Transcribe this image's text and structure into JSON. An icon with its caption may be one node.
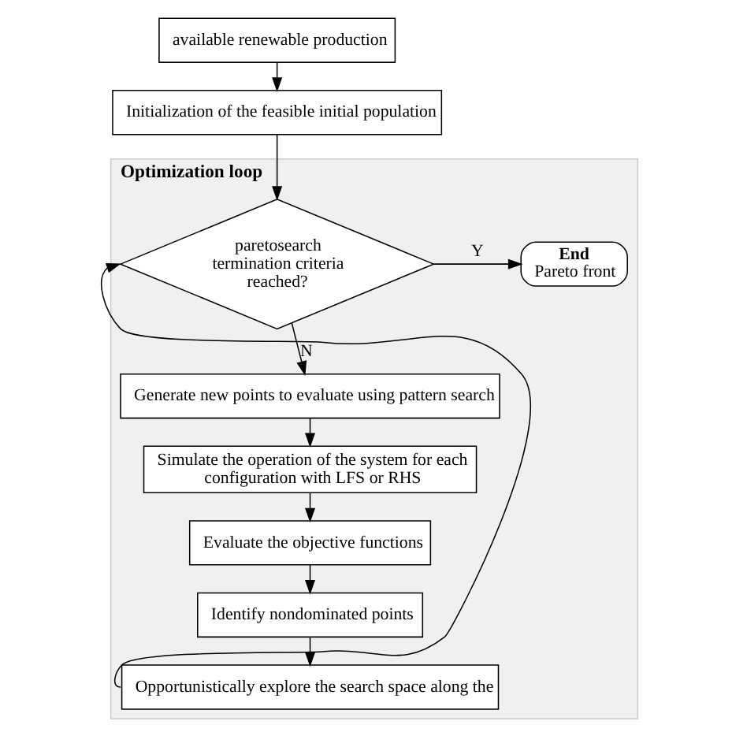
{
  "diagram": {
    "nodes": [
      {
        "text": [
          "available renewable production"
        ]
      },
      {
        "text": [
          "Initialization of the feasible initial population"
        ]
      },
      {
        "text": [
          "Optimization loop"
        ]
      },
      {
        "text": [
          "paretosearch termination criteria reached?"
        ],
        "in": 2
      },
      {
        "text": [
          "End",
          "Pareto front"
        ],
        "in": 2
      },
      {
        "text": [
          "Generate new points to evaluate using pattern search"
        ],
        "in": 2
      },
      {
        "text": [
          "Simulate the operation of the system for each configuration with LFS or RHS"
        ],
        "in": 2
      },
      {
        "text": [
          "Evaluate the objective functions"
        ],
        "in": 2
      },
      {
        "text": [
          "Identify nondominated points"
        ],
        "in": 2
      },
      {
        "text": [
          "Opportunistically explore the search space along the"
        ],
        "in": 2
      }
    ],
    "edges": [
      {
        "from": 0,
        "to": 1,
        "arrow": "to"
      },
      {
        "from": 1,
        "to": 3,
        "arrow": "to"
      },
      {
        "from": 3,
        "to": 4,
        "label": "Y",
        "arrow": "to"
      },
      {
        "from": 3,
        "to": 5,
        "label": "N",
        "arrow": "to"
      },
      {
        "from": 5,
        "to": 6,
        "arrow": "to"
      },
      {
        "from": 6,
        "to": 7,
        "arrow": "to"
      },
      {
        "from": 7,
        "to": 8,
        "arrow": "to"
      },
      {
        "from": 8,
        "to": 9,
        "arrow": "to"
      },
      {
        "from": 9,
        "to": 3,
        "arrow": "to"
      }
    ]
  }
}
